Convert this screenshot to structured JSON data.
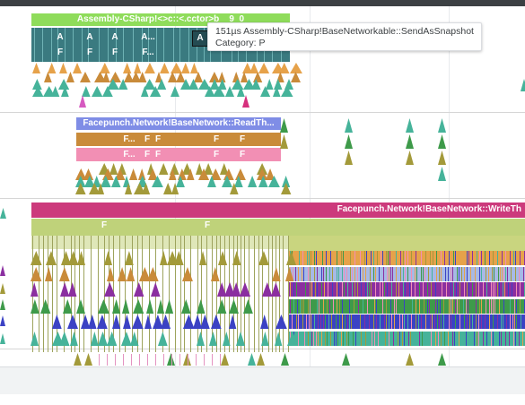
{
  "tracks": [
    {
      "id": "track1",
      "parent": {
        "label": "Assembly-CSharp!<>c::<.cctor>b__9_0",
        "color": "#8fdc5b"
      },
      "row_a_labels": [
        "A",
        "A",
        "A",
        "A...",
        "A"
      ],
      "row_f_labels": [
        "F",
        "F",
        "F",
        "F..."
      ]
    },
    {
      "id": "track2",
      "parent": {
        "label": "Facepunch.Network!BaseNetwork::ReadTh...",
        "color": "#7f8de6"
      },
      "row_1_labels": [
        "F...",
        "F",
        "F",
        "F",
        "F"
      ],
      "row_2_labels": [
        "F...",
        "F",
        "F",
        "F",
        "F"
      ]
    },
    {
      "id": "track3",
      "parent": {
        "label": "Facepunch.Network!BaseNetwork::WriteTh",
        "color": "#cc3a7c"
      },
      "row_1_labels": [
        "F",
        "F"
      ]
    }
  ],
  "tooltip": {
    "duration": "151µs",
    "name": "Assembly-CSharp!BaseNetworkable::SendAsSnapshot",
    "category": "Category: P"
  },
  "colors": {
    "teal_dark": "#3a7a80",
    "orange": "#e6a24a",
    "teal": "#46b39a",
    "olive": "#a39a3a",
    "pink": "#f28fb4",
    "brown": "#c98b3a",
    "lime": "#c7d879",
    "purple": "#8b2fa0",
    "blue": "#3b42c4",
    "green": "#3e9a4a"
  }
}
